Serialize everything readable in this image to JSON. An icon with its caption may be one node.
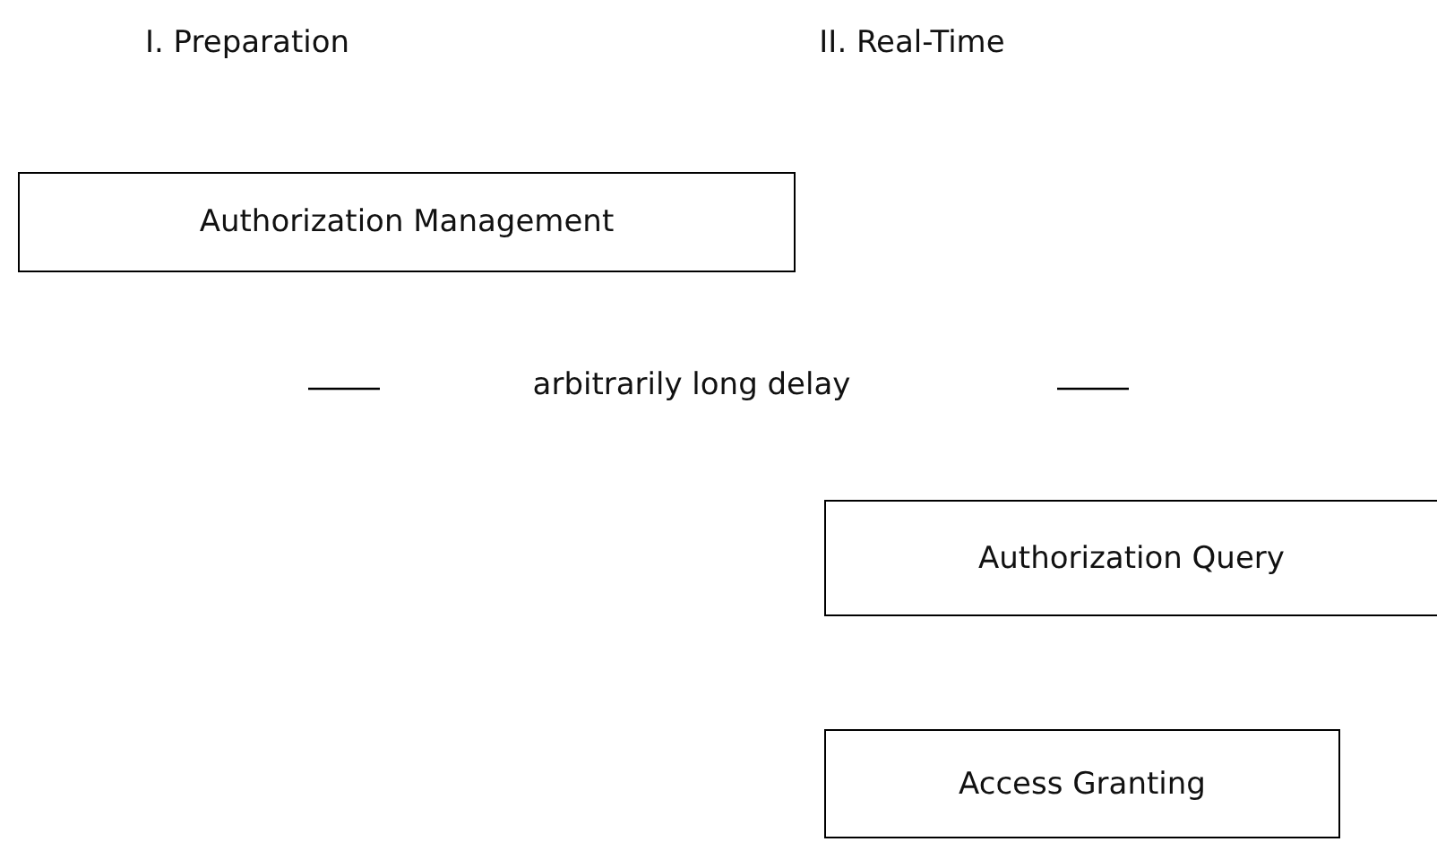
{
  "diagram": {
    "nodes": [
      {
        "text": [
          "Authorization Management"
        ]
      },
      {
        "text": [
          "Authorization Query"
        ]
      },
      {
        "text": [
          "Access Granting"
        ]
      }
    ],
    "labels": [
      "I. Preparation",
      "II. Real-Time",
      "arbitrarily long delay"
    ]
  }
}
